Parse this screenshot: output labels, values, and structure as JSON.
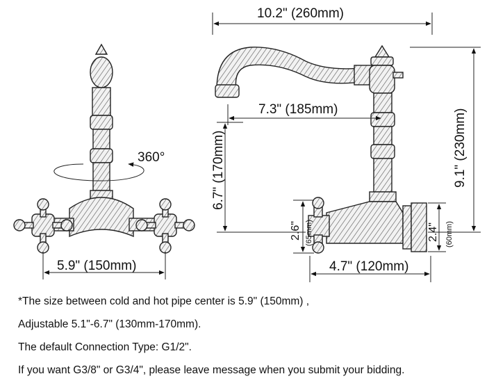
{
  "dimensions": {
    "overall_width": "10.2\" (260mm)",
    "spout_reach": "7.3\" (185mm)",
    "height_total": "9.1\" (230mm)",
    "height_outlet": "6.7\" (170mm)",
    "rotation": "360°",
    "center_distance": "5.9\" (150mm)",
    "depth": "4.7\" (120mm)",
    "handle_height": "2.6\"",
    "handle_height_mm": "(65mm)",
    "flange_height": "2.4\"",
    "flange_height_mm": "(60mm)"
  },
  "notes": [
    "*The size between cold and hot pipe center is 5.9\" (150mm) ,",
    "Adjustable 5.1\"-6.7\" (130mm-170mm).",
    "The default Connection Type: G1/2\".",
    "If you want G3/8\" or G3/4\", please leave message when you submit your bidding."
  ]
}
